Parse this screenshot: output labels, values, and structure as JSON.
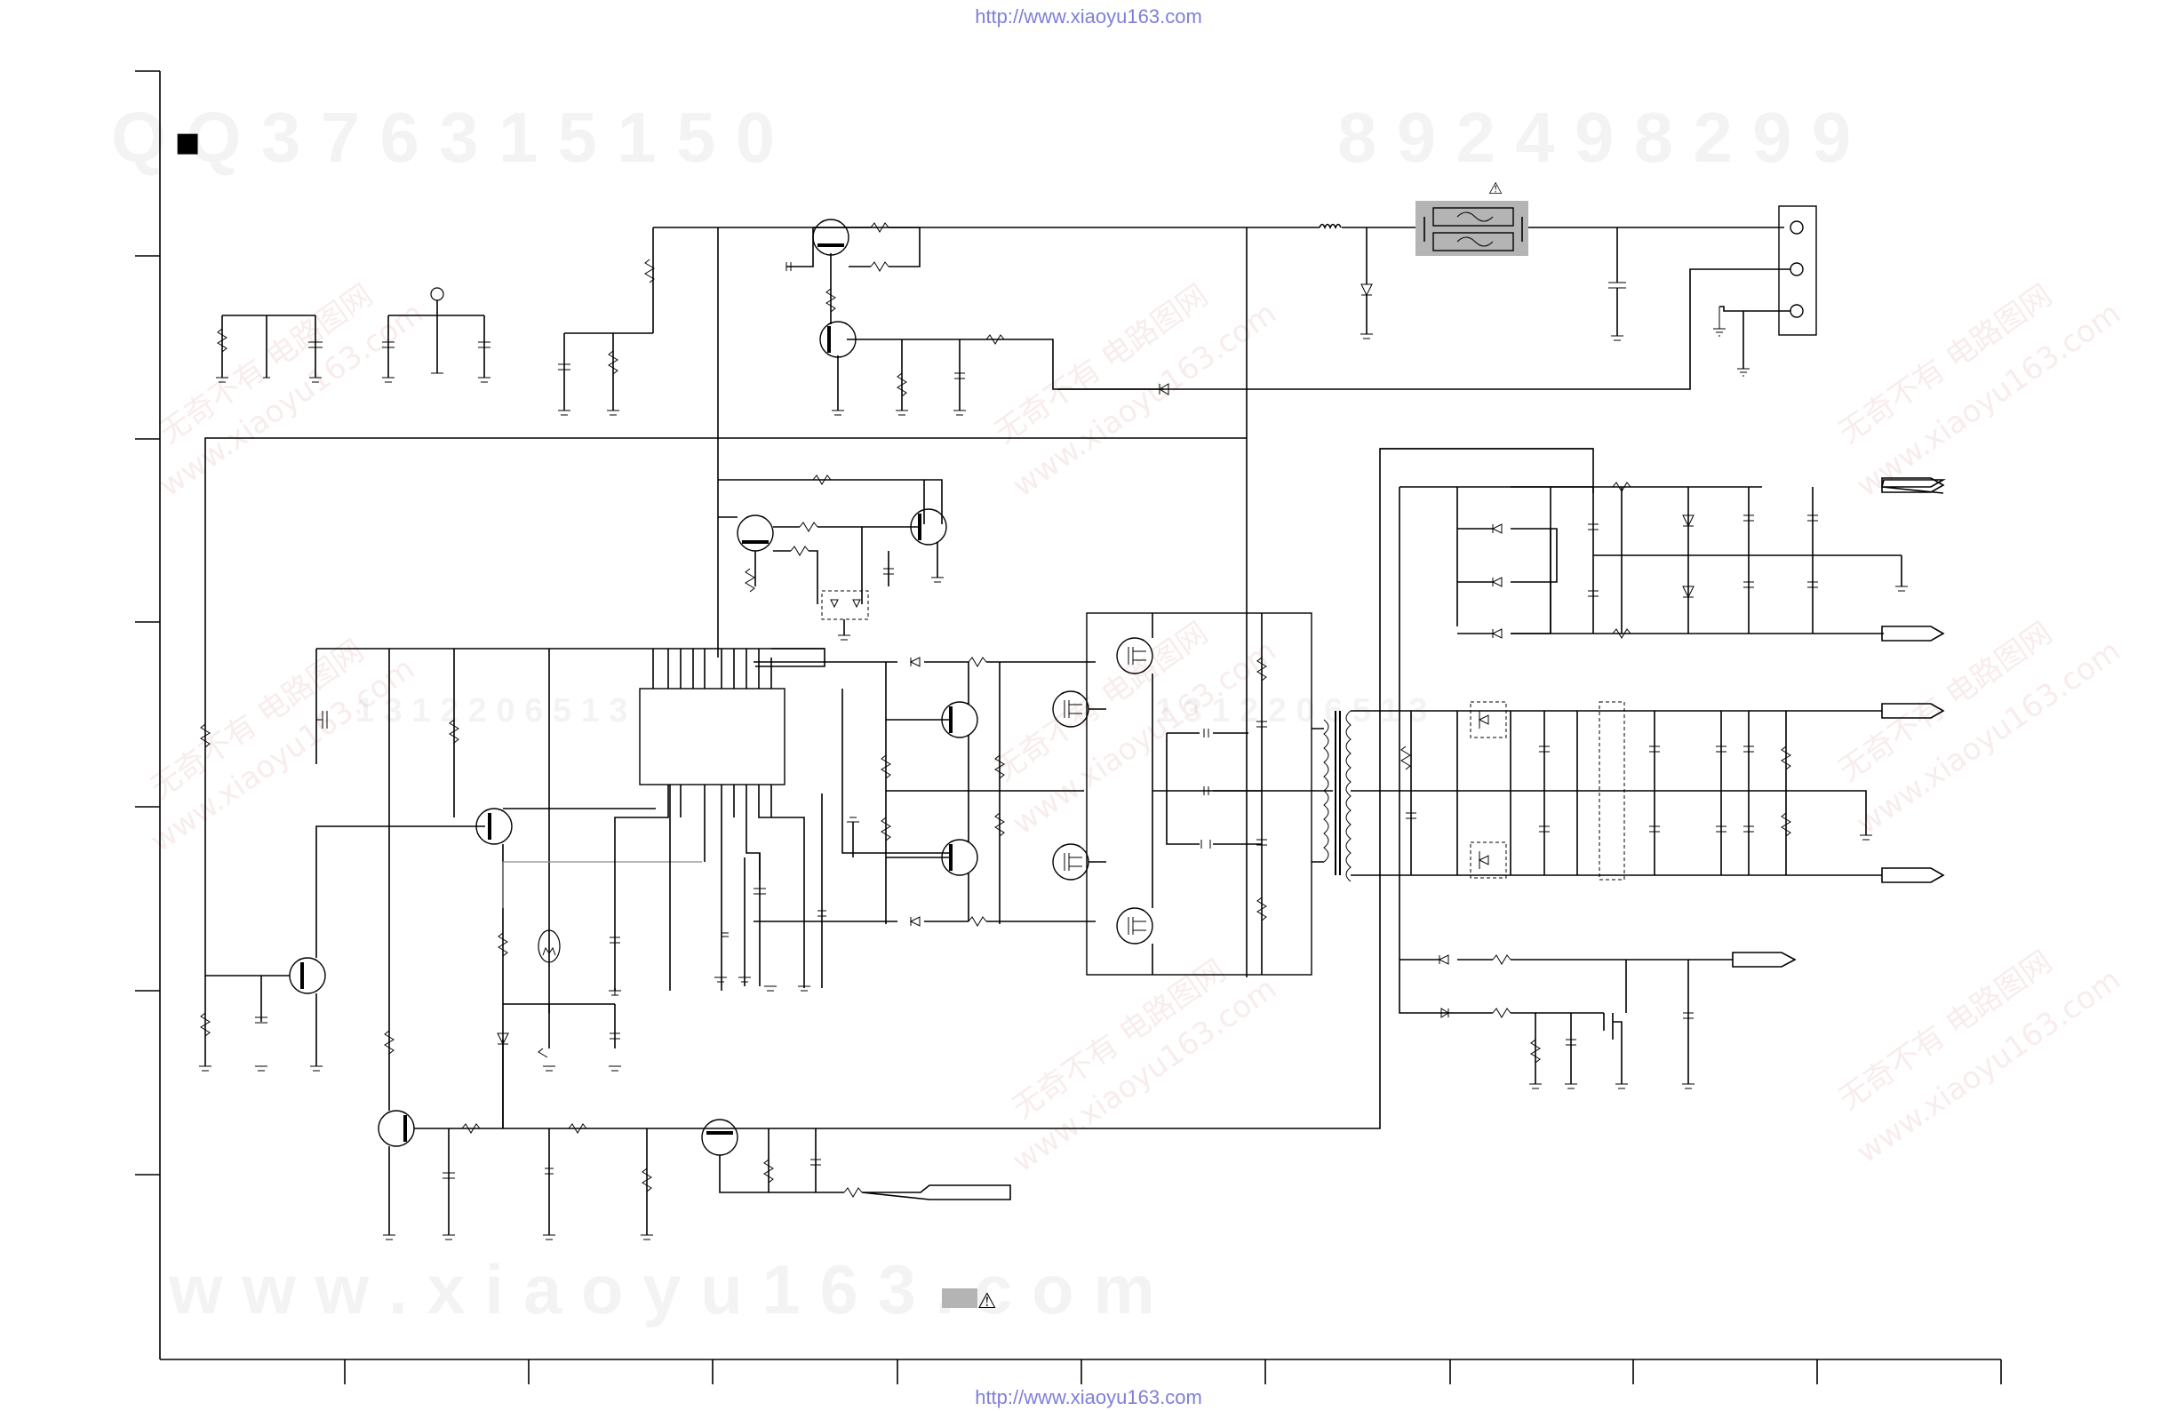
{
  "header": {
    "url_top": "http://www.xiaoyu163.com"
  },
  "footer": {
    "url_bottom": "http://www.xiaoyu163.com"
  },
  "watermarks": {
    "qq_left": "Q Q   3 7 6 3 1 5 1 5 0",
    "qq_right": "8 9 2 4 9 8 2 9 9",
    "mid_digits": "1 3 1 2 2 0 6 5 1 3",
    "right_digits": "1 3 1 2 2 0 6 5 1 3",
    "bottom_site": "w w w . x i a o y u 1 6 3 . c o m",
    "cn_brand": "无奇不有 电路图网",
    "cn_site": "www.xiaoyu163.com"
  },
  "symbols": {
    "warning_icon": "⚠",
    "section_marker": "■"
  },
  "colors": {
    "url_text": "#7f7fd8",
    "safety_highlight": "#b4b4b4",
    "watermark_red": "#d07070"
  }
}
